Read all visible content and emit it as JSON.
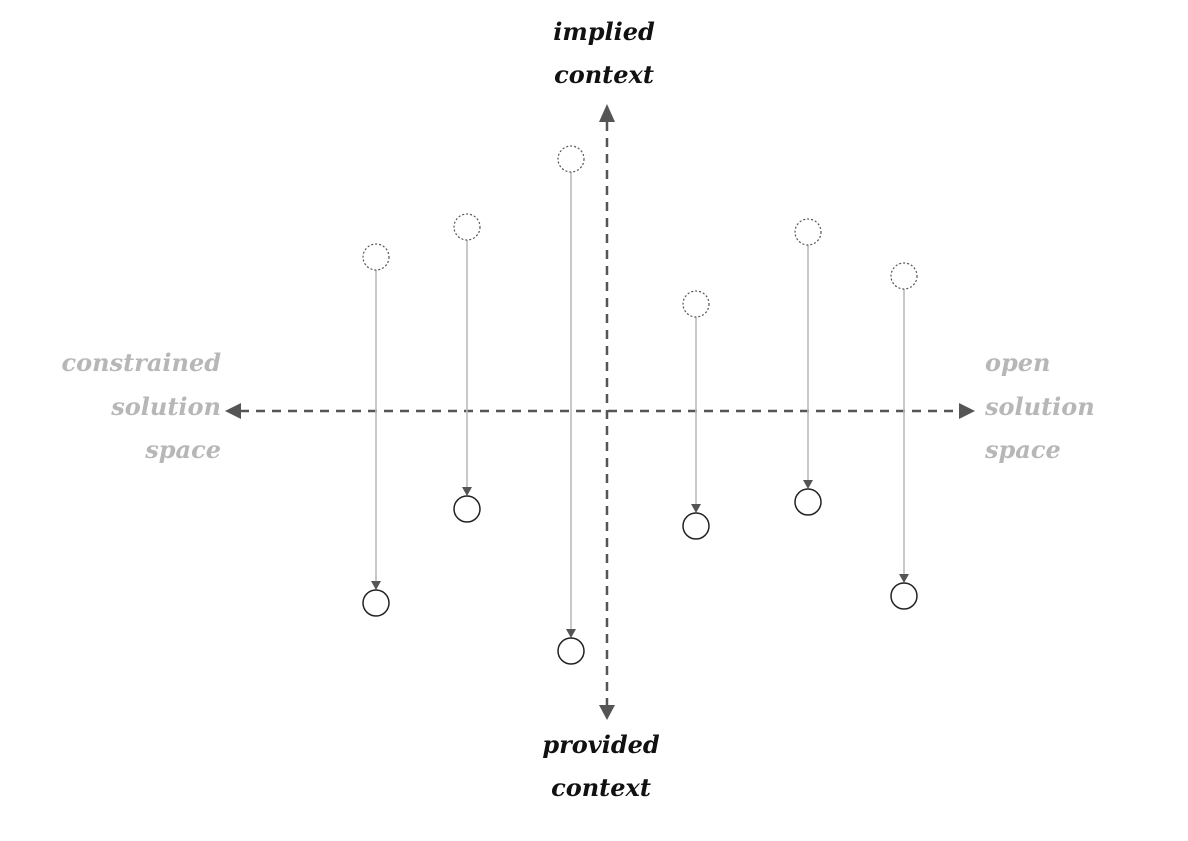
{
  "labels": {
    "top": [
      "implied",
      "context"
    ],
    "bottom": [
      "provided",
      "context"
    ],
    "left": [
      "constrained",
      "solution",
      "space"
    ],
    "right": [
      "open",
      "solution",
      "space"
    ]
  },
  "colors": {
    "axis": "#555555",
    "label_dark": "#111111",
    "label_light": "#b7b7b7",
    "connector": "#bbbbbb",
    "circle_outline": "#222222"
  }
}
